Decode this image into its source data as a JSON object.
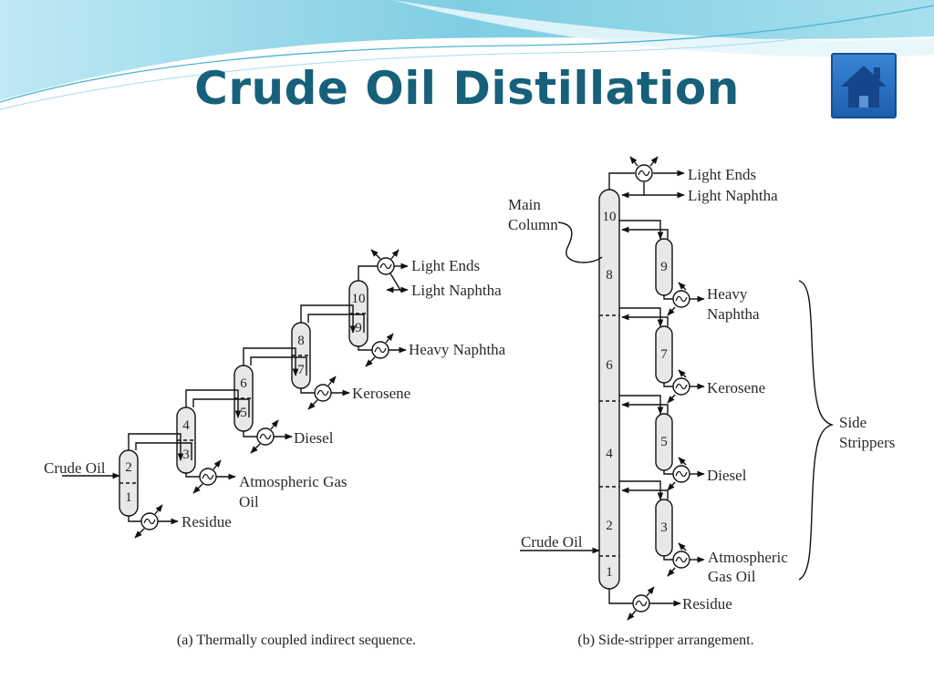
{
  "slide": {
    "title": "Crude Oil Distillation",
    "home_button_icon": "home-icon",
    "colors": {
      "title": "#17607a",
      "banner": "#8fd3e6",
      "home": "#2a72c4"
    }
  },
  "figure_a": {
    "caption": "(a) Thermally coupled indirect sequence.",
    "feed": "Crude Oil",
    "products": {
      "light_ends": "Light Ends",
      "light_naphtha": "Light Naphtha",
      "heavy_naphtha": "Heavy Naphtha",
      "kerosene": "Kerosene",
      "diesel": "Diesel",
      "ago_line1": "Atmospheric Gas",
      "ago_line2": "Oil",
      "residue": "Residue"
    },
    "trays": [
      "1",
      "2",
      "3",
      "4",
      "5",
      "6",
      "7",
      "8",
      "9",
      "10"
    ]
  },
  "figure_b": {
    "caption": "(b) Side-stripper arrangement.",
    "main_column_line1": "Main",
    "main_column_line2": "Column",
    "feed": "Crude Oil",
    "products": {
      "light_ends": "Light Ends",
      "light_naphtha": "Light Naphtha",
      "heavy_naphtha_line1": "Heavy",
      "heavy_naphtha_line2": "Naphtha",
      "kerosene": "Kerosene",
      "diesel": "Diesel",
      "ago_line1": "Atmospheric",
      "ago_line2": "Gas Oil",
      "residue": "Residue"
    },
    "side_strippers_line1": "Side",
    "side_strippers_line2": "Strippers",
    "main_trays": [
      "10",
      "8",
      "6",
      "4",
      "2",
      "1"
    ],
    "stripper_trays": [
      "9",
      "7",
      "5",
      "3"
    ]
  }
}
